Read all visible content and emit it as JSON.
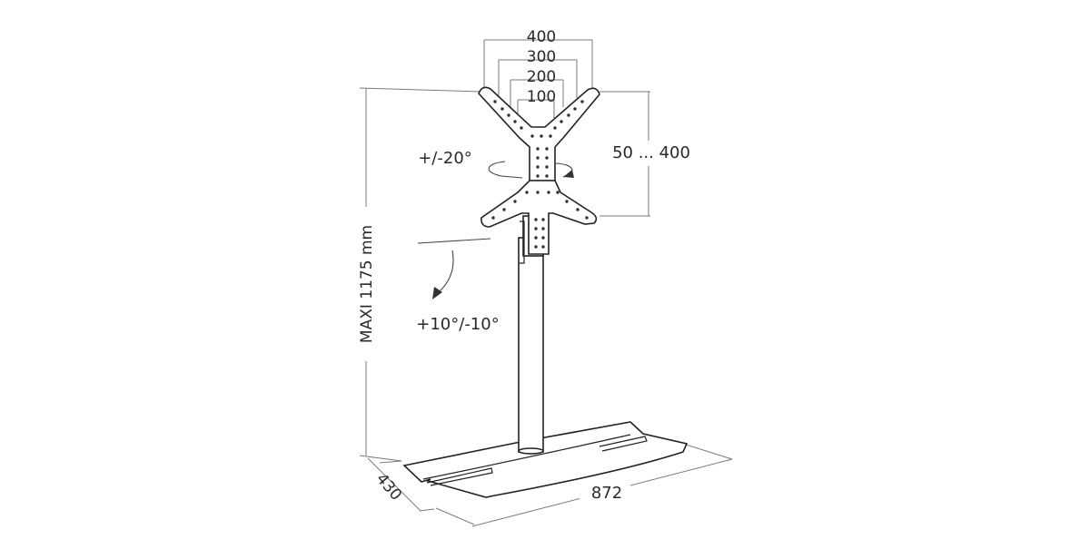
{
  "diagram": {
    "vesa_widths": [
      "400",
      "300",
      "200",
      "100"
    ],
    "vesa_height_range": "50 ... 400",
    "swivel": "+/-20°",
    "tilt": "+10°/-10°",
    "height": "MAXI 1175 mm",
    "base_depth": "430",
    "base_width": "872"
  },
  "colors": {
    "line": "#222222",
    "dimension": "#7a7a7a",
    "background": "#ffffff"
  }
}
